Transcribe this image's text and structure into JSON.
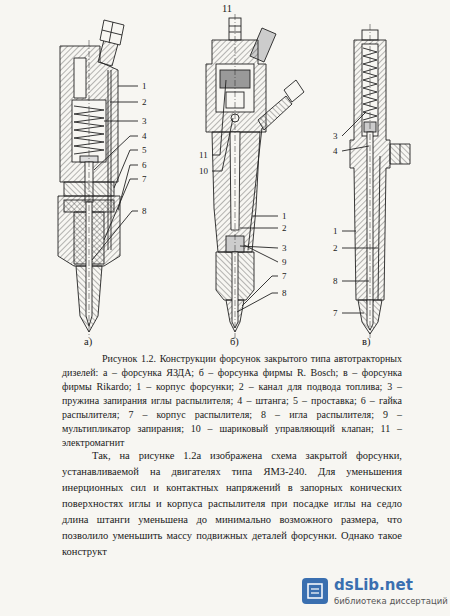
{
  "diagram": {
    "caption": "Рисунок 1.2. Конструкции форсунок закрытого типа автотракторных дизелей: а – форсунка ЯЗДА; б – форсунка фирмы R. Bosch; в – форсунка фирмы Rikardo; 1 – корпус форсунки; 2 – канал для подвода топлива; 3 – пружина запирания иглы распылителя; 4 – штанга; 5 – проставка; 6 – гайка распылителя; 7 – корпус распылителя; 8 – игла распылителя; 9 – мультипликатор запирания; 10 – шариковый управляющий клапан; 11 – электромагнит",
    "labels": [
      "11",
      "1",
      "2",
      "3",
      "4",
      "5",
      "6",
      "7",
      "8",
      "а)",
      "11",
      "10",
      "1",
      "2",
      "3",
      "9",
      "7",
      "8",
      "б)",
      "3",
      "4",
      "1",
      "2",
      "8",
      "7",
      "в)",
      "Так, на рисунке 1.2а изображена схема закрытой форсунки, устанавливаемой на двигателях типа ЯМЗ-240. Для уменьшения инерционных сил и контактных напряжений в запорных конических поверхностях иглы и корпуса распылителя при посадке иглы на седло длина штанги уменьшена до минимально возможного размера, что позволило уменьшить массу подвижных деталей форсунки. Однако такое конструкт",
      "dsLib.net",
      "библиотека диссертаций"
    ]
  }
}
